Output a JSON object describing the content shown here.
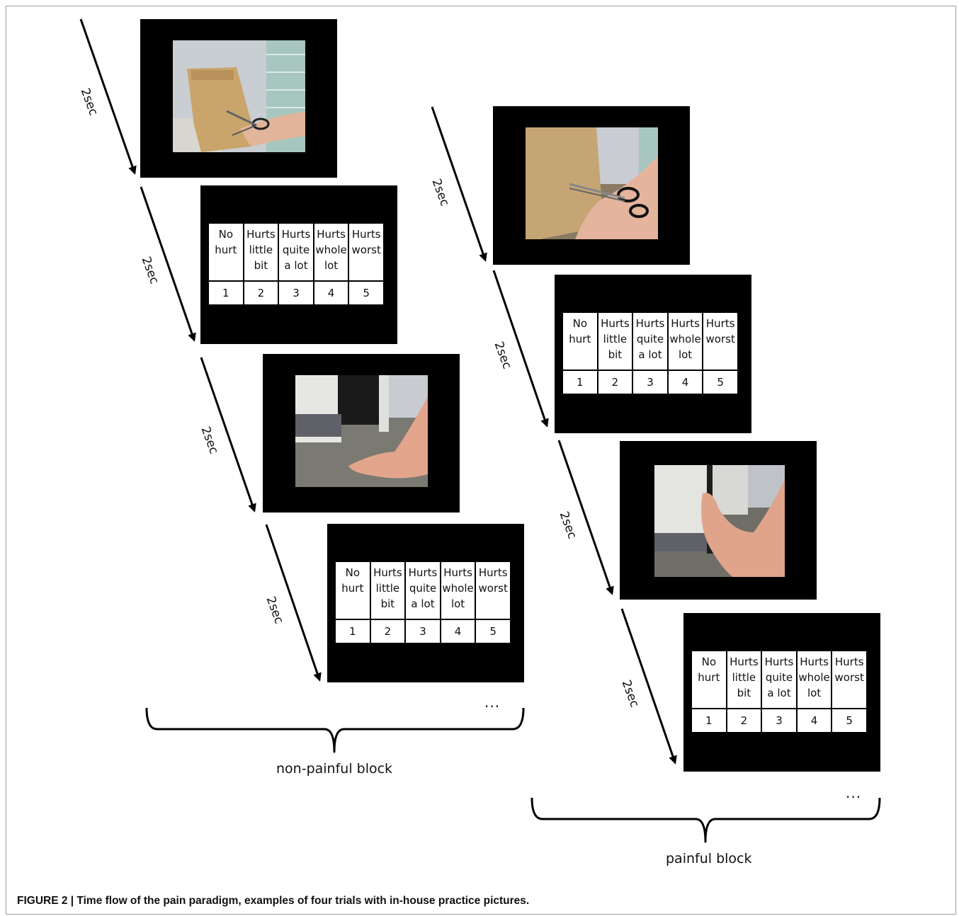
{
  "duration_label": "2sec",
  "ellipsis": "...",
  "rating_scale": {
    "labels": [
      [
        "No",
        "hurt"
      ],
      [
        "Hurts",
        "little",
        "bit"
      ],
      [
        "Hurts",
        "quite",
        "a lot"
      ],
      [
        "Hurts",
        "whole",
        "lot"
      ],
      [
        "Hurts",
        "worst"
      ]
    ],
    "numbers": [
      "1",
      "2",
      "3",
      "4",
      "5"
    ]
  },
  "blocks": {
    "non_painful": {
      "label": "non-painful block",
      "screens": [
        "photo: hands cutting envelope with scissors",
        "rating scale",
        "photo: foot near cabinet door",
        "rating scale"
      ]
    },
    "painful": {
      "label": "painful block",
      "screens": [
        "photo: scissors cutting finger",
        "rating scale",
        "photo: foot caught in cabinet door",
        "rating scale"
      ]
    }
  },
  "colors": {
    "screen_background": "#000000",
    "scale_cell": "#ffffff",
    "frame_border": "#9a9a9a"
  },
  "caption": "FIGURE 2 | Time flow of the pain paradigm, examples of four trials with in-house practice pictures."
}
